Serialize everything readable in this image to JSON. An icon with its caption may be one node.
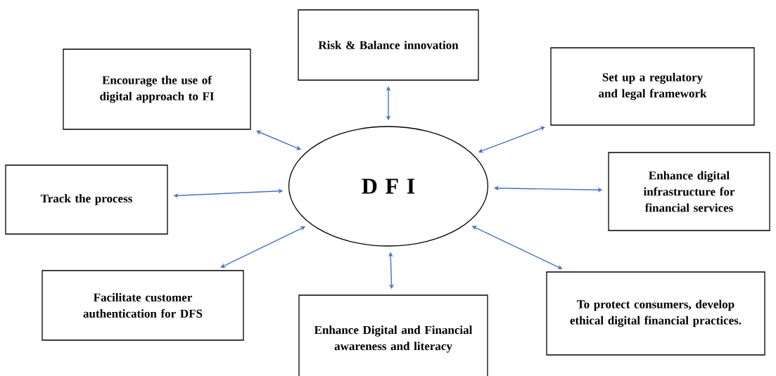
{
  "diagram": {
    "nodes": [
      {
        "text": [
          "D F I"
        ]
      },
      {
        "text": [
          "Risk & Balance innovation"
        ]
      },
      {
        "text": [
          "Encourage the use of digital approach to FI"
        ]
      },
      {
        "text": [
          "Set up a regulatory and legal framework"
        ]
      },
      {
        "text": [
          "Track the process"
        ]
      },
      {
        "text": [
          "Enhance digital infrastructure for financial services"
        ]
      },
      {
        "text": [
          "Facilitate customer authentication for DFS"
        ]
      },
      {
        "text": [
          "Enhance Digital and Financial awareness and literacy"
        ]
      },
      {
        "text": [
          "To protect consumers, develop ethical digital financial practices."
        ]
      }
    ],
    "edges": [
      {
        "from": 0,
        "to": 1,
        "arrow": "both"
      },
      {
        "from": 0,
        "to": 2,
        "arrow": "both"
      },
      {
        "from": 0,
        "to": 3,
        "arrow": "both"
      },
      {
        "from": 0,
        "to": 4,
        "arrow": "both"
      },
      {
        "from": 0,
        "to": 5,
        "arrow": "both"
      },
      {
        "from": 0,
        "to": 6,
        "arrow": "both"
      },
      {
        "from": 0,
        "to": 7,
        "arrow": "both"
      },
      {
        "from": 0,
        "to": 8,
        "arrow": "both"
      }
    ]
  }
}
